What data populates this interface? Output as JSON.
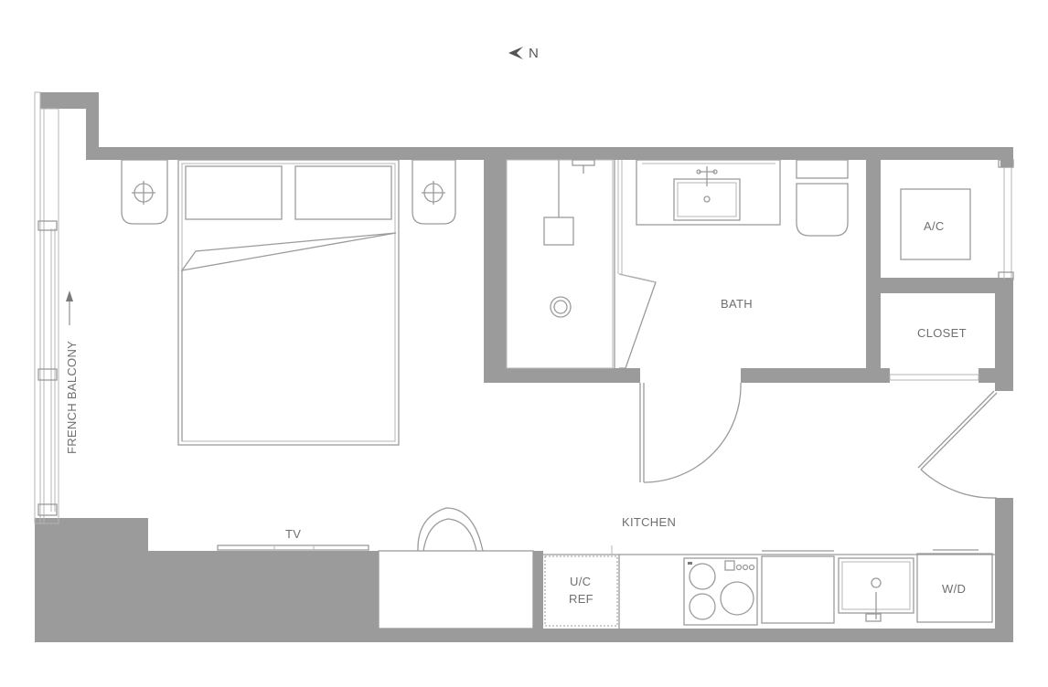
{
  "north": {
    "label": "N"
  },
  "rooms": {
    "ac": "A/C",
    "closet": "CLOSET",
    "bath": "BATH",
    "kitchen": "KITCHEN",
    "tv": "TV",
    "balcony": "FRENCH BALCONY",
    "ref_line1": "U/C",
    "ref_line2": "REF",
    "washer_dryer": "W/D"
  },
  "colors": {
    "wall": "#9b9b9b",
    "fixture": "#9b9b9b",
    "label": "#6f6f6f"
  }
}
